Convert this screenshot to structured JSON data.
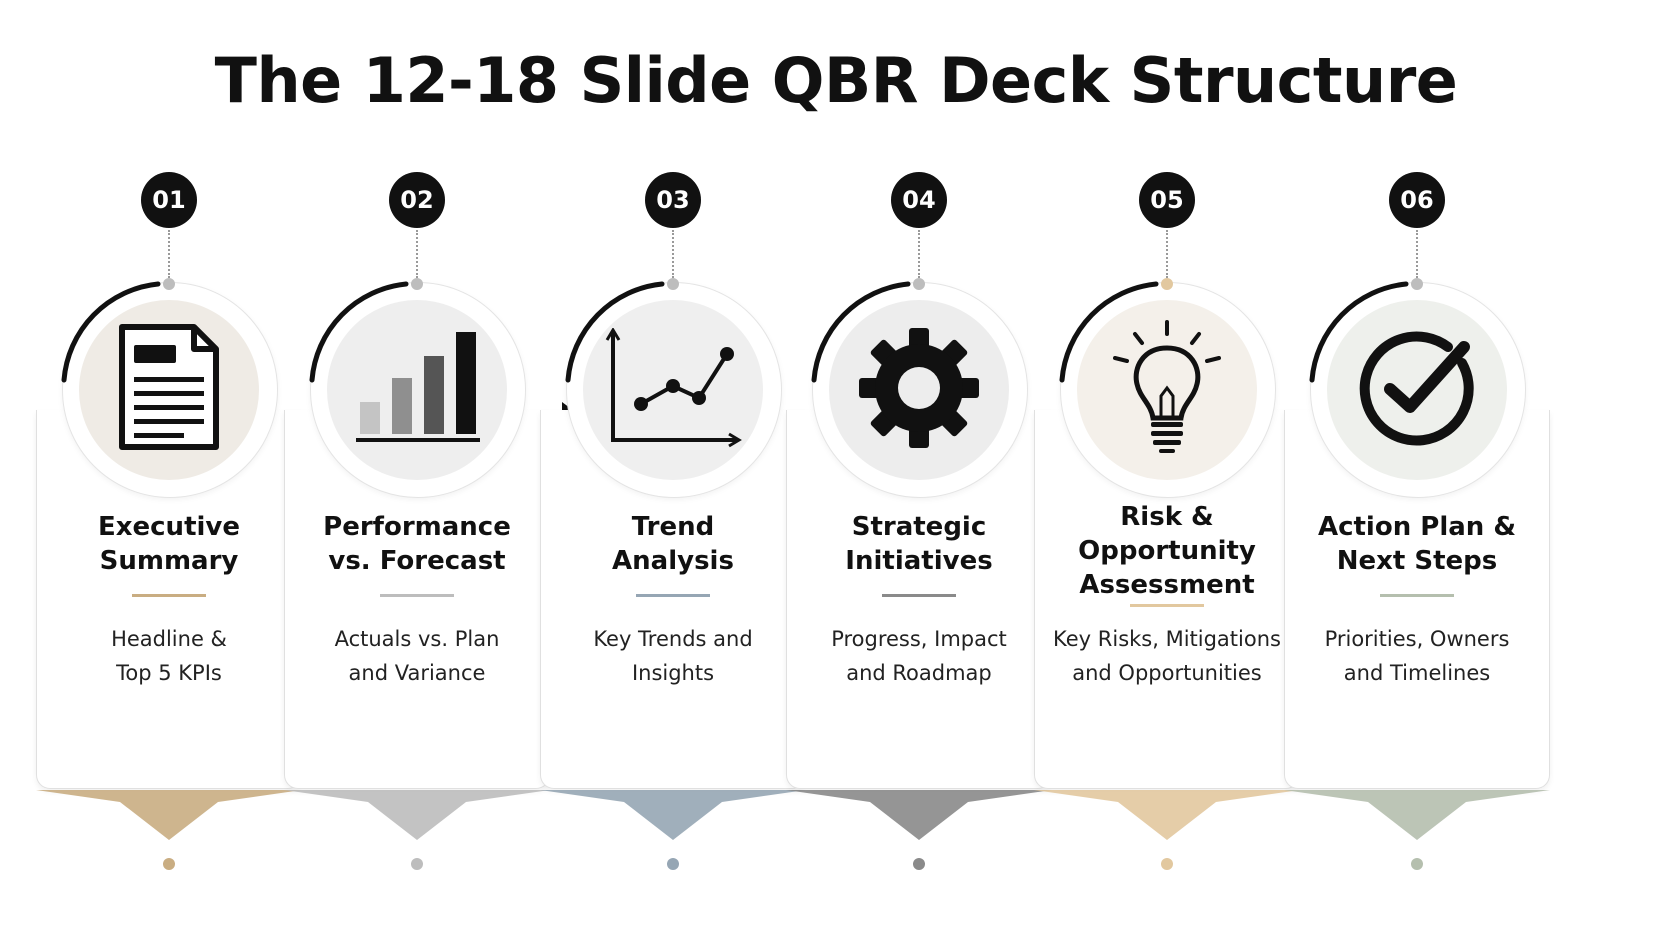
{
  "title": "The 12-18 Slide QBR Deck Structure",
  "steps": [
    {
      "number": "01",
      "title_lines": [
        "Executive",
        "Summary"
      ],
      "desc_lines": [
        "Headline &",
        "Top 5 KPIs"
      ],
      "icon": "document-icon",
      "accent": "#c9ad82",
      "inner_bg": "#efebe5"
    },
    {
      "number": "02",
      "title_lines": [
        "Performance",
        "vs. Forecast"
      ],
      "desc_lines": [
        "Actuals vs. Plan",
        "and Variance"
      ],
      "icon": "bar-chart-icon",
      "accent": "#bdbdbd",
      "inner_bg": "#eeeeee"
    },
    {
      "number": "03",
      "title_lines": [
        "Trend",
        "Analysis"
      ],
      "desc_lines": [
        "Key Trends and",
        "Insights"
      ],
      "icon": "line-chart-icon",
      "accent": "#96a6b4",
      "inner_bg": "#efefef"
    },
    {
      "number": "04",
      "title_lines": [
        "Strategic",
        "Initiatives"
      ],
      "desc_lines": [
        "Progress, Impact",
        "and Roadmap"
      ],
      "icon": "gear-icon",
      "accent": "#8a8a8a",
      "inner_bg": "#ededed"
    },
    {
      "number": "05",
      "title_lines": [
        "Risk &",
        "Opportunity",
        "Assessment"
      ],
      "desc_lines": [
        "Key Risks, Mitigations",
        "and Opportunities"
      ],
      "icon": "lightbulb-icon",
      "accent": "#e2c89f",
      "inner_bg": "#f4f0ea"
    },
    {
      "number": "06",
      "title_lines": [
        "Action Plan &",
        "Next Steps"
      ],
      "desc_lines": [
        "Priorities, Owners",
        "and Timelines"
      ],
      "icon": "checkmark-circle-icon",
      "accent": "#b5bfae",
      "inner_bg": "#eef0ec"
    }
  ]
}
